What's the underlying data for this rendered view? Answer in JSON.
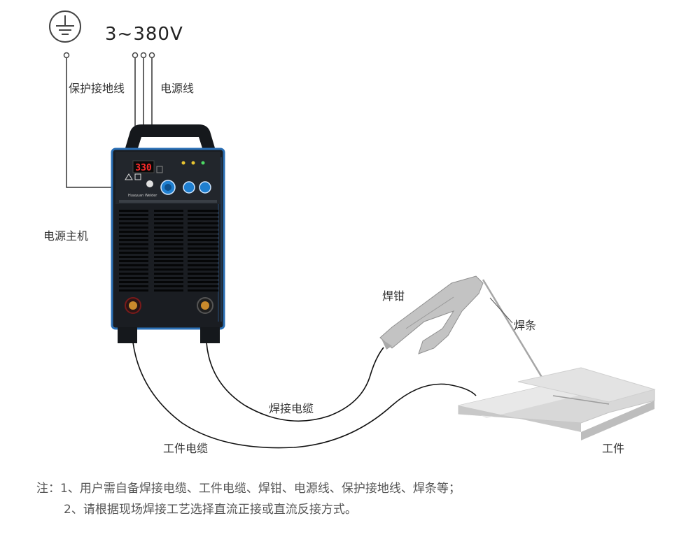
{
  "labels": {
    "voltage": "3~380V",
    "ground_wire": "保护接地线",
    "power_wire": "电源线",
    "power_unit": "电源主机",
    "electrode_holder": "焊钳",
    "electrode": "焊条",
    "welding_cable": "焊接电缆",
    "work_cable": "工件电缆",
    "workpiece": "工件"
  },
  "panel": {
    "display_value": "330",
    "brand": "Huayuan Welder"
  },
  "notes": {
    "line1": "注：1、用户需自备焊接电缆、工件电缆、焊钳、电源线、保护接地线、焊条等；",
    "line2": "2、请根据现场焊接工艺选择直流正接或直流反接方式。"
  },
  "colors": {
    "machine_body": "#1a1d22",
    "machine_trim": "#2a6fb5",
    "knob": "#1f7fd0",
    "display_digits": "#ff2a2a",
    "terminal": "#c98a2c",
    "cable": "#111111",
    "holder": "#bdbdbd",
    "workpiece": "#d8d8d8"
  },
  "icons": [
    "ground-symbol-icon",
    "warning-icon",
    "manual-icon"
  ]
}
